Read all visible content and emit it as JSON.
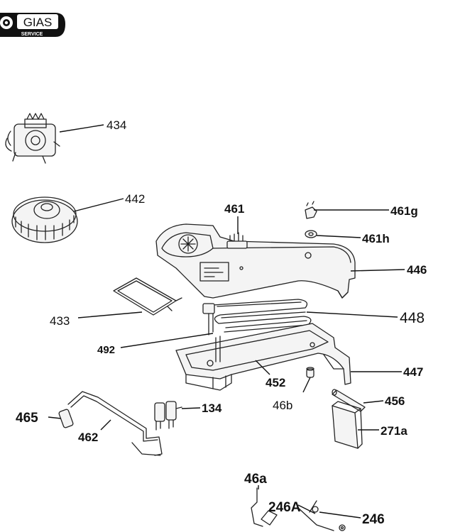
{
  "logo": {
    "text": "GIAS",
    "subtext": "SERVICE"
  },
  "callouts": [
    {
      "id": "434",
      "text": "434"
    },
    {
      "id": "442",
      "text": "442"
    },
    {
      "id": "461",
      "text": "461"
    },
    {
      "id": "461g",
      "text": "461g"
    },
    {
      "id": "461h",
      "text": "461h"
    },
    {
      "id": "446",
      "text": "446"
    },
    {
      "id": "448",
      "text": "448"
    },
    {
      "id": "433",
      "text": "433"
    },
    {
      "id": "492",
      "text": "492"
    },
    {
      "id": "452",
      "text": "452"
    },
    {
      "id": "447",
      "text": "447"
    },
    {
      "id": "46b",
      "text": "46b"
    },
    {
      "id": "456",
      "text": "456"
    },
    {
      "id": "465",
      "text": "465"
    },
    {
      "id": "134",
      "text": "134"
    },
    {
      "id": "462",
      "text": "462"
    },
    {
      "id": "271a",
      "text": "271a"
    },
    {
      "id": "46a",
      "text": "46a"
    },
    {
      "id": "246A",
      "text": "246A"
    },
    {
      "id": "246",
      "text": "246"
    }
  ]
}
